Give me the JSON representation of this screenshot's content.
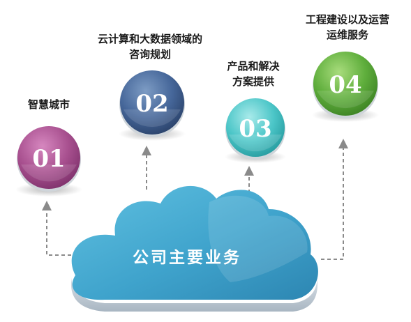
{
  "cloud": {
    "title": "公司主要业务",
    "color": "#48a9cf"
  },
  "items": [
    {
      "number": "01",
      "label": "智慧城市",
      "color": "#a2488d"
    },
    {
      "number": "02",
      "label_line1": "云计算和大数据领域的",
      "label_line2": "咨询规划",
      "color": "#3a5a82"
    },
    {
      "number": "03",
      "label_line1": "产品和解决",
      "label_line2": "方案提供",
      "color": "#3fc3c7"
    },
    {
      "number": "04",
      "label_line1": "工程建设以及运营",
      "label_line2": "运维服务",
      "color": "#58a83a"
    }
  ],
  "connector_color": "#8a8a8a"
}
